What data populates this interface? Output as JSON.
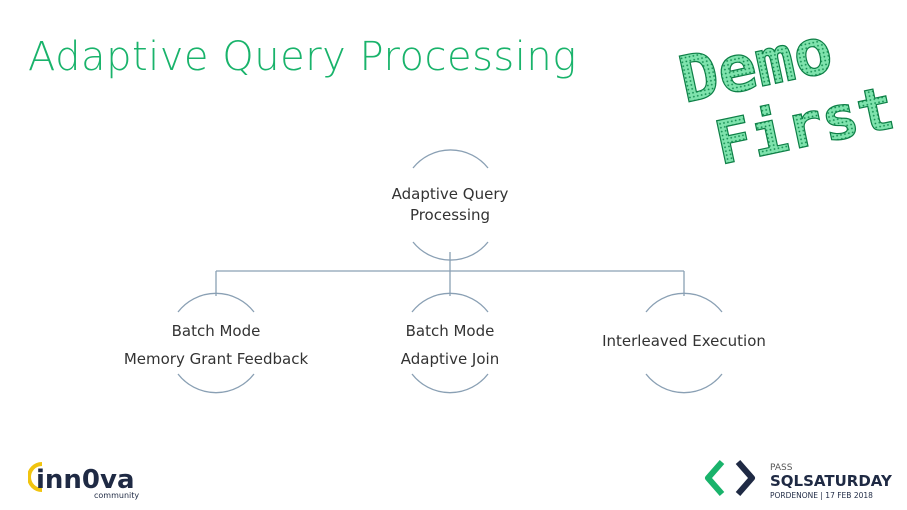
{
  "title": "Adaptive Query Processing",
  "stamp": {
    "line1": "Demo",
    "line2": "First!"
  },
  "diagram": {
    "root": {
      "line1": "Adaptive Query",
      "line2": "Processing"
    },
    "children": [
      {
        "line1": "Batch Mode",
        "line2": "Memory Grant Feedback"
      },
      {
        "line1": "Batch Mode",
        "line2": "Adaptive Join"
      },
      {
        "line1": "Interleaved Execution",
        "line2": ""
      }
    ]
  },
  "logos": {
    "innova": {
      "name": "inn0va",
      "sub": "community"
    },
    "sqlsat": {
      "pass": "PASS",
      "name": "SQLSATURDAY",
      "event": "PORDENONE | 17 FEB 2018"
    }
  },
  "colors": {
    "accent": "#19b36b",
    "line": "#8aa0b4",
    "dark": "#1f2a44",
    "yellow": "#f1c40f"
  }
}
